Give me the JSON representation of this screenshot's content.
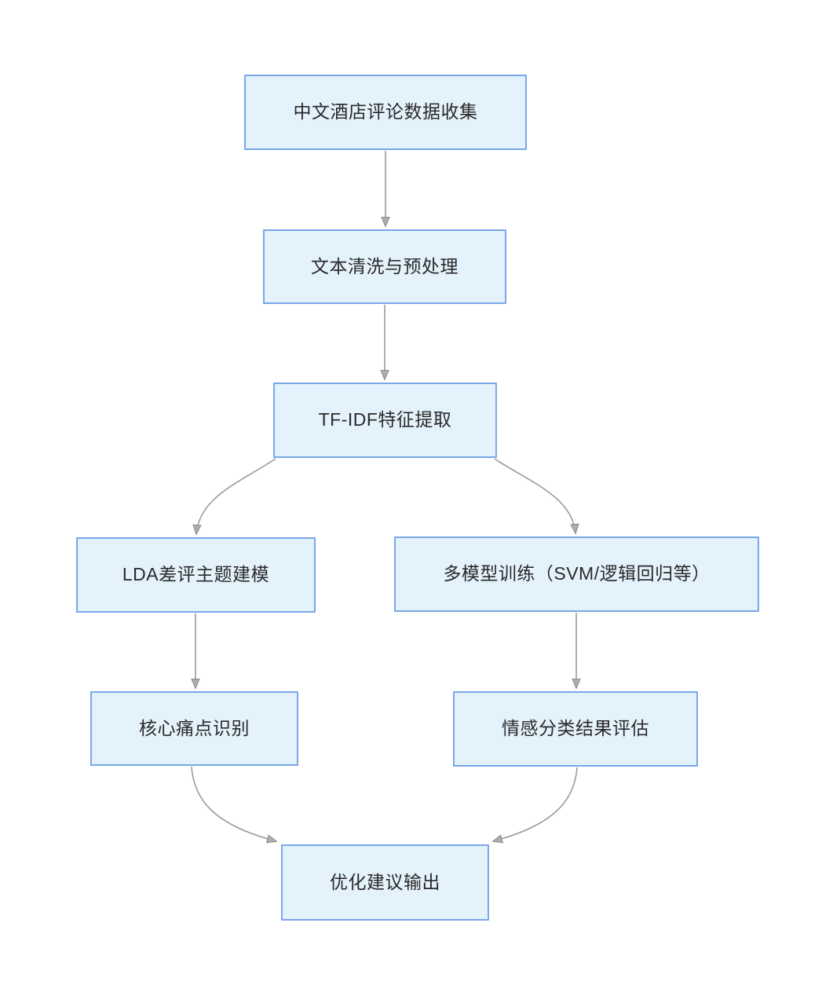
{
  "page": {
    "background": "#ffffff",
    "title": ""
  },
  "style": {
    "node_fill": "#e4f2fc",
    "node_border": "#79a7e8",
    "node_text_color": "#2a2a2a",
    "connector_color": "#9b9b9b",
    "arrowhead_fill": "#adadad",
    "arrowhead_stroke": "#8c8c8c"
  },
  "flowchart": {
    "type": "flowchart",
    "direction": "top-down",
    "nodes": {
      "collect": {
        "label": "中文酒店评论数据收集"
      },
      "clean": {
        "label": "文本清洗与预处理"
      },
      "tfidf": {
        "label": "TF-IDF特征提取"
      },
      "lda": {
        "label": "LDA差评主题建模"
      },
      "train": {
        "label": "多模型训练（SVM/逻辑回归等）"
      },
      "painpoint": {
        "label": "核心痛点识别"
      },
      "evaluate": {
        "label": "情感分类结果评估"
      },
      "suggest": {
        "label": "优化建议输出"
      }
    },
    "edges": [
      {
        "from": "collect",
        "to": "clean"
      },
      {
        "from": "clean",
        "to": "tfidf"
      },
      {
        "from": "tfidf",
        "to": "lda"
      },
      {
        "from": "tfidf",
        "to": "train"
      },
      {
        "from": "lda",
        "to": "painpoint"
      },
      {
        "from": "train",
        "to": "evaluate"
      },
      {
        "from": "painpoint",
        "to": "suggest"
      },
      {
        "from": "evaluate",
        "to": "suggest"
      }
    ]
  }
}
